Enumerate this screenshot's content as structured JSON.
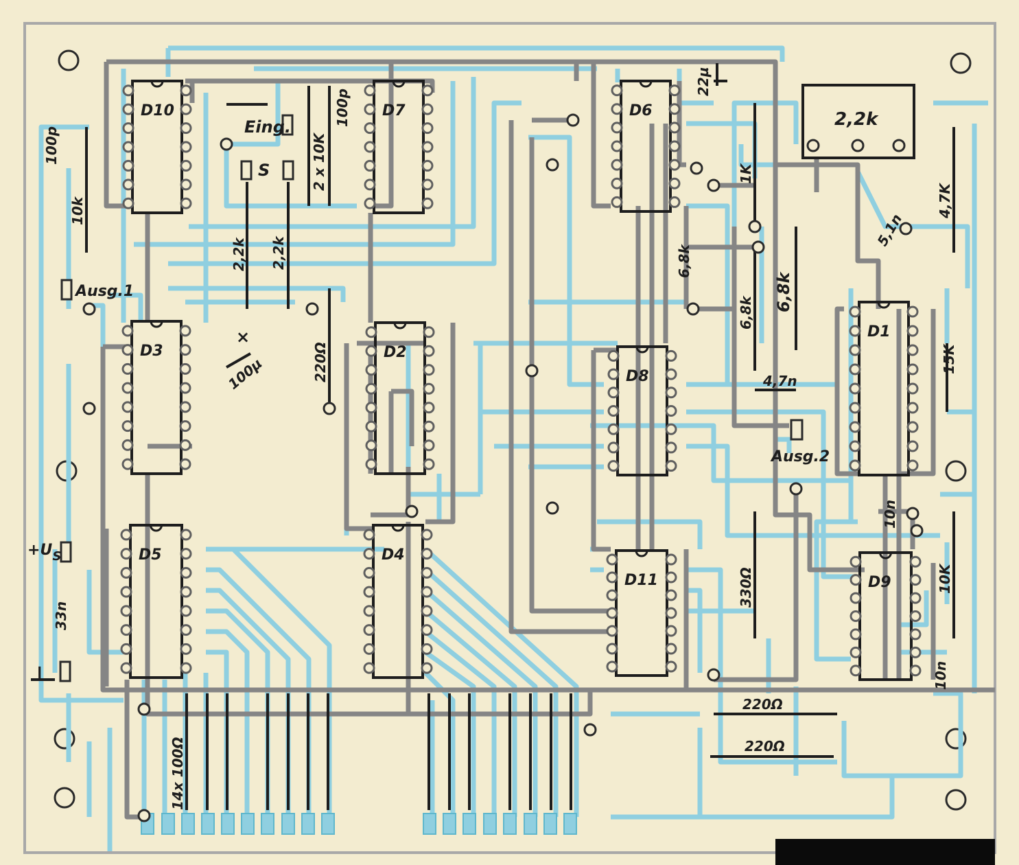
{
  "chips": [
    "D10",
    "D7",
    "D6",
    "D3",
    "D2",
    "D8",
    "D1",
    "D5",
    "D4",
    "D11",
    "D9"
  ],
  "connectors": {
    "input": "Eing.",
    "s": "S",
    "out1": "Ausg.1",
    "out2": "Ausg.2",
    "plus": "+U",
    "plus_sub": "S",
    "ground": "⊥"
  },
  "components": {
    "c100p_left": "100p",
    "r10k_left": "10k",
    "r2x10k": "2 x 10K",
    "c100p_mid": "100p",
    "r22k_a": "2,2k",
    "r22k_b": "2,2k",
    "c100u": "100µ",
    "r220_mid": "220Ω",
    "c22u": "22µ",
    "r22k_box": "2,2k",
    "r1k": "1K",
    "r68k_a": "6,8k",
    "r68k_b": "6,8k",
    "r68k_c": "6,8k",
    "r47k": "4,7K",
    "c51n": "5,1n",
    "c47n": "4,7n",
    "r15k": "15K",
    "c10n_a": "10n",
    "r330": "330Ω",
    "r10k_right": "10K",
    "c10n_b": "10n",
    "r220_a": "220Ω",
    "r220_b": "220Ω",
    "c33n": "33n",
    "r14x100": "14x 100Ω"
  },
  "colors": {
    "board": "#f3ecd0",
    "top_copper": "#8fcfe0",
    "bottom_copper": "#858585",
    "outline": "#2a2a2a",
    "ink": "#1d1d1d"
  }
}
